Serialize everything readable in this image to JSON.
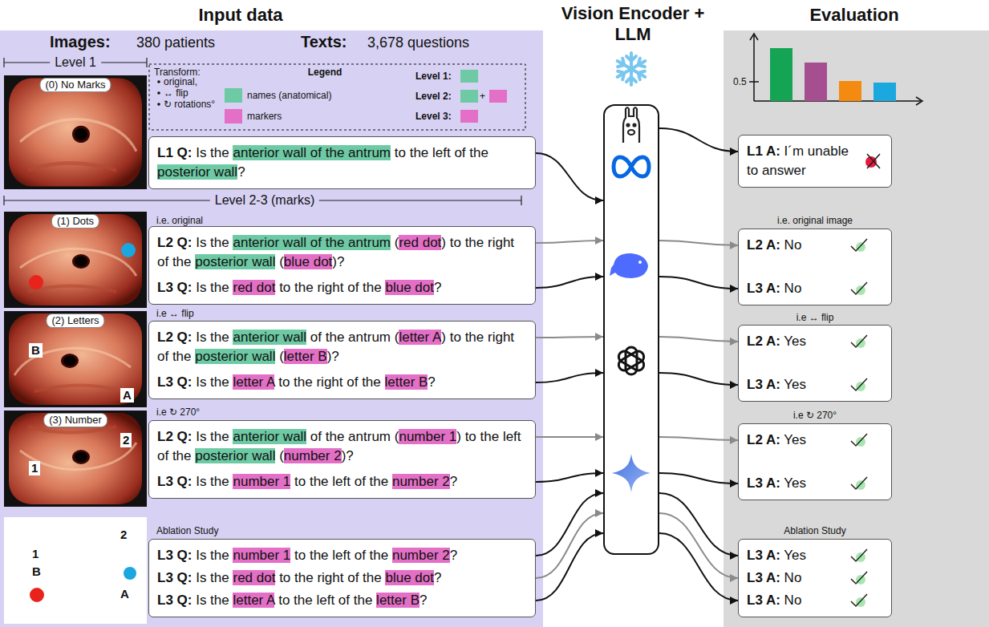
{
  "diagram": {
    "nodes": [
      {
        "text": [
          "L1 Q: Is the anterior wall of the antrum to the left of the posterior wall?"
        ]
      },
      {
        "text": [
          "L2 Q: Is the anterior wall of the antrum (red dot) to the right of the posterior wall (blue dot)?",
          "L3 Q: Is the red dot to the right of the blue dot?"
        ]
      },
      {
        "text": [
          "L2 Q: Is the anterior wall of the antrum (letter A) to the right of the posterior wall (letter B)?",
          "L3 Q: Is the letter A to the right of the letter B?"
        ]
      },
      {
        "text": [
          "L2 Q: Is the anterior wall of the antrum (number 1) to the left of the posterior wall (number 2)?",
          "L3 Q: Is the number 1 to the left of the number 2?"
        ]
      },
      {
        "text": [
          "L3 Q: Is the number 1 to the left of the number 2?",
          "L3 Q: Is the red dot to the right of the blue dot?",
          "L3 Q: Is the letter A to the left of the letter B?"
        ]
      },
      {
        "text": [
          "Vision Encoder + LLM"
        ]
      },
      {
        "text": [
          "L1 A: I´m unable to answer"
        ]
      },
      {
        "text": [
          "L2 A: No",
          "L3 A: No"
        ]
      },
      {
        "text": [
          "L2 A: Yes",
          "L3 A: Yes"
        ]
      },
      {
        "text": [
          "L2 A: Yes",
          "L3 A: Yes"
        ]
      },
      {
        "text": [
          "L3 A: Yes",
          "L3 A: No",
          "L3 A: No"
        ]
      }
    ],
    "edges": [
      {
        "from": 0,
        "to": 5,
        "arrow": "to"
      },
      {
        "from": 5,
        "to": 6,
        "arrow": "to"
      },
      {
        "from": 1,
        "to": 5,
        "arrow": "to"
      },
      {
        "from": 1,
        "to": 5,
        "arrow": "to"
      },
      {
        "from": 5,
        "to": 7,
        "arrow": "to"
      },
      {
        "from": 5,
        "to": 7,
        "arrow": "to"
      },
      {
        "from": 2,
        "to": 5,
        "arrow": "to"
      },
      {
        "from": 2,
        "to": 5,
        "arrow": "to"
      },
      {
        "from": 5,
        "to": 8,
        "arrow": "to"
      },
      {
        "from": 5,
        "to": 8,
        "arrow": "to"
      },
      {
        "from": 3,
        "to": 5,
        "arrow": "to"
      },
      {
        "from": 3,
        "to": 5,
        "arrow": "to"
      },
      {
        "from": 5,
        "to": 9,
        "arrow": "to"
      },
      {
        "from": 5,
        "to": 9,
        "arrow": "to"
      },
      {
        "from": 4,
        "to": 5,
        "arrow": "to"
      },
      {
        "from": 4,
        "to": 5,
        "arrow": "to"
      },
      {
        "from": 4,
        "to": 5,
        "arrow": "to"
      },
      {
        "from": 5,
        "to": 10,
        "arrow": "to"
      },
      {
        "from": 5,
        "to": 10,
        "arrow": "to"
      },
      {
        "from": 5,
        "to": 10,
        "arrow": "to"
      }
    ],
    "labels": [
      "Input data",
      "Evaluation",
      "Images:",
      "380 patients",
      "Texts:",
      "3,678 questions",
      "Level 1",
      "(0) No Marks",
      "Transform:",
      "original,",
      "↔ flip",
      "↻ rotations°",
      "Legend",
      "Level 1:",
      "Level 2:",
      "+",
      "Level 3:",
      "Level 2-3 (marks)",
      "(1) Dots",
      "i.e. original",
      "(2) Letters",
      "B",
      "A",
      "i.e ↔ flip",
      "(3) Number",
      "2",
      "1",
      "i.e ↻ 270°",
      "Ablation Study",
      "2",
      "1",
      "B",
      "A",
      "0.5",
      "i.e. original image",
      "i.e ↔ flip",
      "i.e ↻ 270°",
      "Ablation Study"
    ],
    "legend": [
      {
        "text": "names (anatomical)",
        "color": "#6dcaa4"
      },
      {
        "text": "markers",
        "color": "#e36fc6"
      }
    ]
  }
}
